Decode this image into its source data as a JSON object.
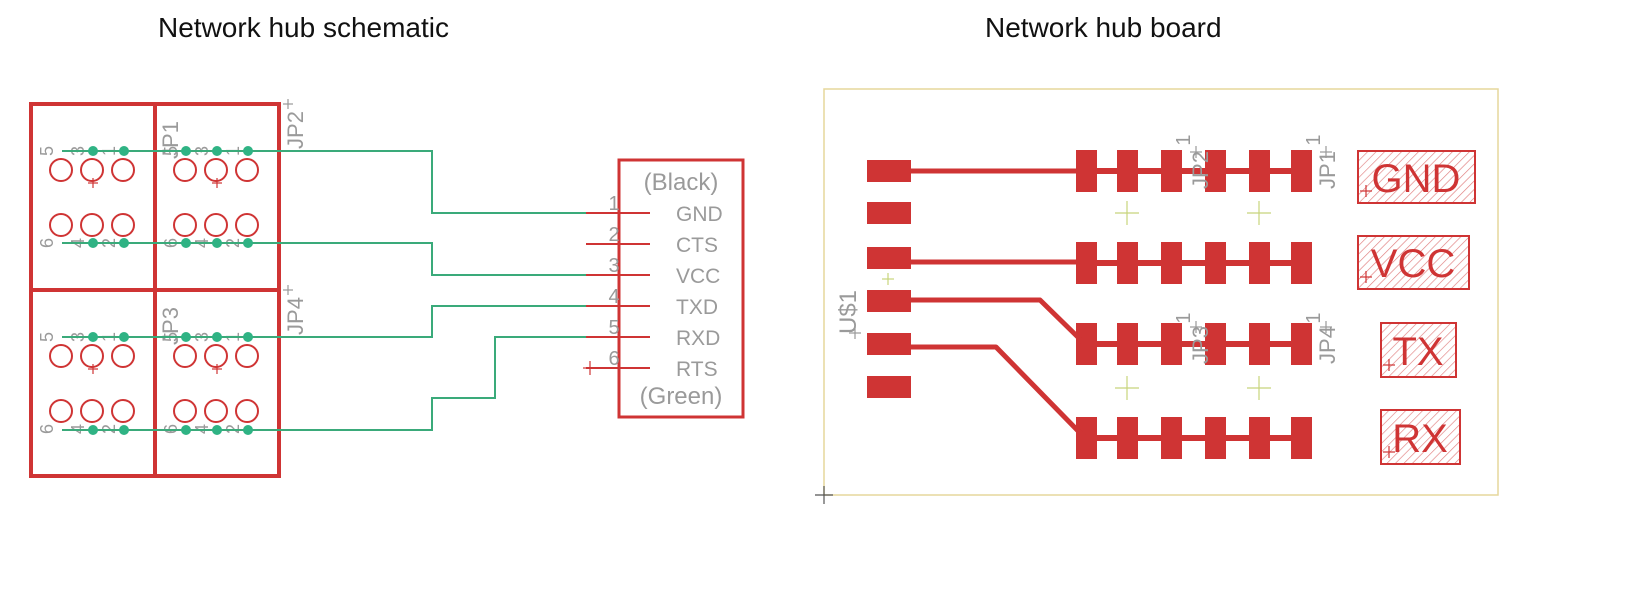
{
  "titles": {
    "schematic": "Network hub schematic",
    "board": "Network hub board"
  },
  "colors": {
    "red": "#cf3434",
    "wire": "#3aaa7a",
    "junction": "#2fb384",
    "gray": "#9a9a9a",
    "outline": "#e6d79c",
    "hatch": "#e07f7f"
  },
  "schematic": {
    "headers": [
      {
        "name": "JP1",
        "pins": [
          "5",
          "3",
          "1",
          "6",
          "4",
          "2"
        ]
      },
      {
        "name": "JP2",
        "pins": [
          "5",
          "3",
          "1",
          "6",
          "4",
          "2"
        ]
      },
      {
        "name": "JP3",
        "pins": [
          "5",
          "3",
          "1",
          "6",
          "4",
          "2"
        ]
      },
      {
        "name": "JP4",
        "pins": [
          "5",
          "3",
          "1",
          "6",
          "4",
          "2"
        ]
      }
    ],
    "connector": {
      "top_label": "(Black)",
      "bottom_label": "(Green)",
      "pins": [
        {
          "number": "1",
          "name": "GND"
        },
        {
          "number": "2",
          "name": "CTS"
        },
        {
          "number": "3",
          "name": "VCC"
        },
        {
          "number": "4",
          "name": "TXD"
        },
        {
          "number": "5",
          "name": "RXD"
        },
        {
          "number": "6",
          "name": "RTS"
        }
      ]
    }
  },
  "board": {
    "part_label": "U$1",
    "headers": [
      {
        "name": "JP1",
        "pin1": "1"
      },
      {
        "name": "JP2",
        "pin1": "1"
      },
      {
        "name": "JP3",
        "pin1": "1"
      },
      {
        "name": "JP4",
        "pin1": "1"
      }
    ],
    "labels": [
      "GND",
      "VCC",
      "TX",
      "RX"
    ]
  }
}
